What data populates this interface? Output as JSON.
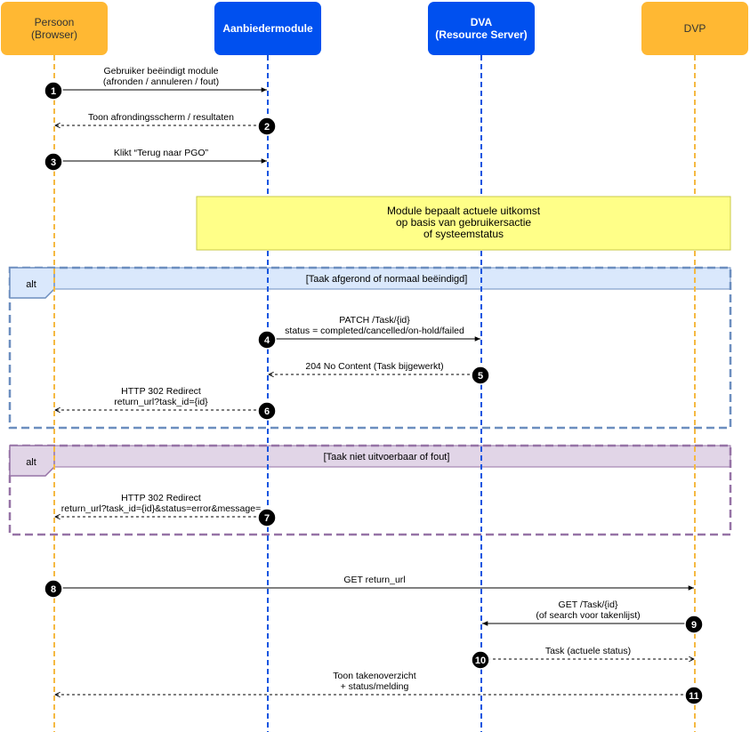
{
  "colors": {
    "orange": "#FFB833",
    "orange_line": "#F5B942",
    "blue": "#0050EF",
    "blue_line": "#1555E0",
    "note_fill": "#FFFF88",
    "note_stroke": "#C9C94A",
    "alt1_fill": "#DAE8FC",
    "alt1_stroke": "#6C8EBF",
    "alt2_fill": "#E1D5E7",
    "alt2_stroke": "#9673A6"
  },
  "participants": [
    {
      "id": "persoon",
      "lines": [
        "Persoon",
        "(Browser)"
      ],
      "style": "orange"
    },
    {
      "id": "aanbieder",
      "lines": [
        "Aanbiedermodule"
      ],
      "style": "blue"
    },
    {
      "id": "dva",
      "lines": [
        "DVA",
        "(Resource Server)"
      ],
      "style": "blue"
    },
    {
      "id": "dvp",
      "lines": [
        "DVP"
      ],
      "style": "orange"
    }
  ],
  "note": {
    "lines": [
      "Module bepaalt actuele uitkomst",
      "op basis van gebruikersactie",
      "of systeemstatus"
    ]
  },
  "alt_frames": [
    {
      "operator": "alt",
      "condition": "[Taak afgerond of normaal beëindigd]",
      "style": "alt1"
    },
    {
      "operator": "alt",
      "condition": "[Taak niet uitvoerbaar of fout]",
      "style": "alt2"
    }
  ],
  "messages": [
    {
      "num": "1",
      "from": "persoon",
      "to": "aanbieder",
      "dashed": false,
      "lines": [
        "Gebruiker beëindigt module",
        "(afronden / annuleren / fout)"
      ]
    },
    {
      "num": "2",
      "from": "aanbieder",
      "to": "persoon",
      "dashed": true,
      "lines": [
        "Toon afrondingsscherm / resultaten"
      ]
    },
    {
      "num": "3",
      "from": "persoon",
      "to": "aanbieder",
      "dashed": false,
      "lines": [
        "Klikt “Terug naar PGO”"
      ]
    },
    {
      "num": "4",
      "from": "aanbieder",
      "to": "dva",
      "dashed": false,
      "lines": [
        "PATCH /Task/{id}",
        "status = completed/cancelled/on-hold/failed"
      ]
    },
    {
      "num": "5",
      "from": "dva",
      "to": "aanbieder",
      "dashed": true,
      "lines": [
        "204 No Content (Task bijgewerkt)"
      ]
    },
    {
      "num": "6",
      "from": "aanbieder",
      "to": "persoon",
      "dashed": true,
      "lines": [
        "HTTP 302 Redirect",
        "return_url?task_id={id}"
      ]
    },
    {
      "num": "7",
      "from": "aanbieder",
      "to": "persoon",
      "dashed": true,
      "lines": [
        "HTTP 302 Redirect",
        "return_url?task_id={id}&status=error&message="
      ]
    },
    {
      "num": "8",
      "from": "persoon",
      "to": "dvp",
      "dashed": false,
      "lines": [
        "GET return_url"
      ]
    },
    {
      "num": "9",
      "from": "dvp",
      "to": "dva",
      "dashed": false,
      "lines": [
        "GET /Task/{id}",
        "(of search voor takenlijst)"
      ]
    },
    {
      "num": "10",
      "from": "dva",
      "to": "dvp",
      "dashed": true,
      "lines": [
        "Task (actuele status)"
      ]
    },
    {
      "num": "11",
      "from": "dvp",
      "to": "persoon",
      "dashed": true,
      "lines": [
        "Toon takenoverzicht",
        "+ status/melding"
      ]
    }
  ]
}
